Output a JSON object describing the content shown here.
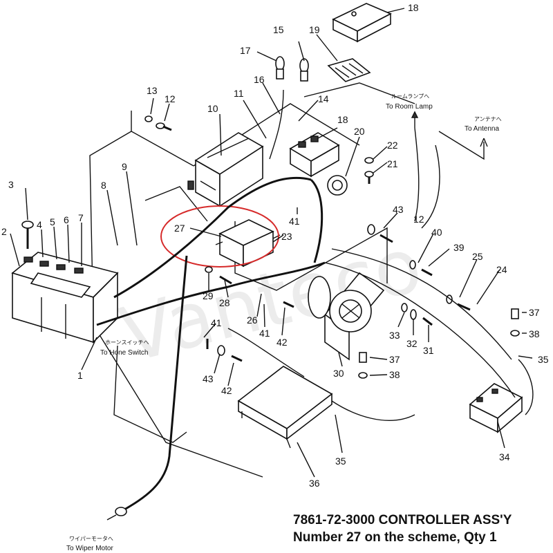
{
  "watermark": "Vanteco",
  "caption": {
    "line1": "7861-72-3000 CONTROLLER ASS'Y",
    "line2": "Number 27 on the scheme, Qty 1"
  },
  "highlight_color": "#d62a2a",
  "destinations": [
    {
      "id": "room-lamp",
      "jp": "ルームランプへ",
      "en": "To Room Lamp"
    },
    {
      "id": "antenna",
      "jp": "アンテナへ",
      "en": "To Antenna"
    },
    {
      "id": "horn-switch",
      "jp": "ホーンスイッチへ",
      "en": "To Hone Switch"
    },
    {
      "id": "wiper-motor",
      "jp": "ワイパーモータへ",
      "en": "To Wiper Motor"
    }
  ],
  "callouts": [
    {
      "id": "c1",
      "label": "1"
    },
    {
      "id": "c2",
      "label": "2"
    },
    {
      "id": "c3",
      "label": "3"
    },
    {
      "id": "c4",
      "label": "4"
    },
    {
      "id": "c5",
      "label": "5"
    },
    {
      "id": "c6",
      "label": "6"
    },
    {
      "id": "c7",
      "label": "7"
    },
    {
      "id": "c8",
      "label": "8"
    },
    {
      "id": "c9",
      "label": "9"
    },
    {
      "id": "c10",
      "label": "10"
    },
    {
      "id": "c11",
      "label": "11"
    },
    {
      "id": "c12",
      "label": "12"
    },
    {
      "id": "c13",
      "label": "13"
    },
    {
      "id": "c14",
      "label": "14"
    },
    {
      "id": "c15",
      "label": "15"
    },
    {
      "id": "c16",
      "label": "16"
    },
    {
      "id": "c17",
      "label": "17"
    },
    {
      "id": "c18a",
      "label": "18"
    },
    {
      "id": "c18b",
      "label": "18"
    },
    {
      "id": "c19",
      "label": "19"
    },
    {
      "id": "c20",
      "label": "20"
    },
    {
      "id": "c21",
      "label": "21"
    },
    {
      "id": "c22",
      "label": "22"
    },
    {
      "id": "c23",
      "label": "23"
    },
    {
      "id": "c24",
      "label": "24"
    },
    {
      "id": "c25",
      "label": "25"
    },
    {
      "id": "c26",
      "label": "26"
    },
    {
      "id": "c27",
      "label": "27"
    },
    {
      "id": "c28",
      "label": "28"
    },
    {
      "id": "c29",
      "label": "29"
    },
    {
      "id": "c30",
      "label": "30"
    },
    {
      "id": "c31",
      "label": "31"
    },
    {
      "id": "c32",
      "label": "32"
    },
    {
      "id": "c33",
      "label": "33"
    },
    {
      "id": "c34",
      "label": "34"
    },
    {
      "id": "c35a",
      "label": "35"
    },
    {
      "id": "c35b",
      "label": "35"
    },
    {
      "id": "c36",
      "label": "36"
    },
    {
      "id": "c37a",
      "label": "37"
    },
    {
      "id": "c37b",
      "label": "37"
    },
    {
      "id": "c38a",
      "label": "38"
    },
    {
      "id": "c38b",
      "label": "38"
    },
    {
      "id": "c39",
      "label": "39"
    },
    {
      "id": "c40",
      "label": "40"
    },
    {
      "id": "c41a",
      "label": "41"
    },
    {
      "id": "c41b",
      "label": "41"
    },
    {
      "id": "c41c",
      "label": "41"
    },
    {
      "id": "c42a",
      "label": "42"
    },
    {
      "id": "c42b",
      "label": "42"
    },
    {
      "id": "c43a",
      "label": "43"
    },
    {
      "id": "c43b",
      "label": "43"
    },
    {
      "id": "c12b",
      "label": "12"
    }
  ]
}
